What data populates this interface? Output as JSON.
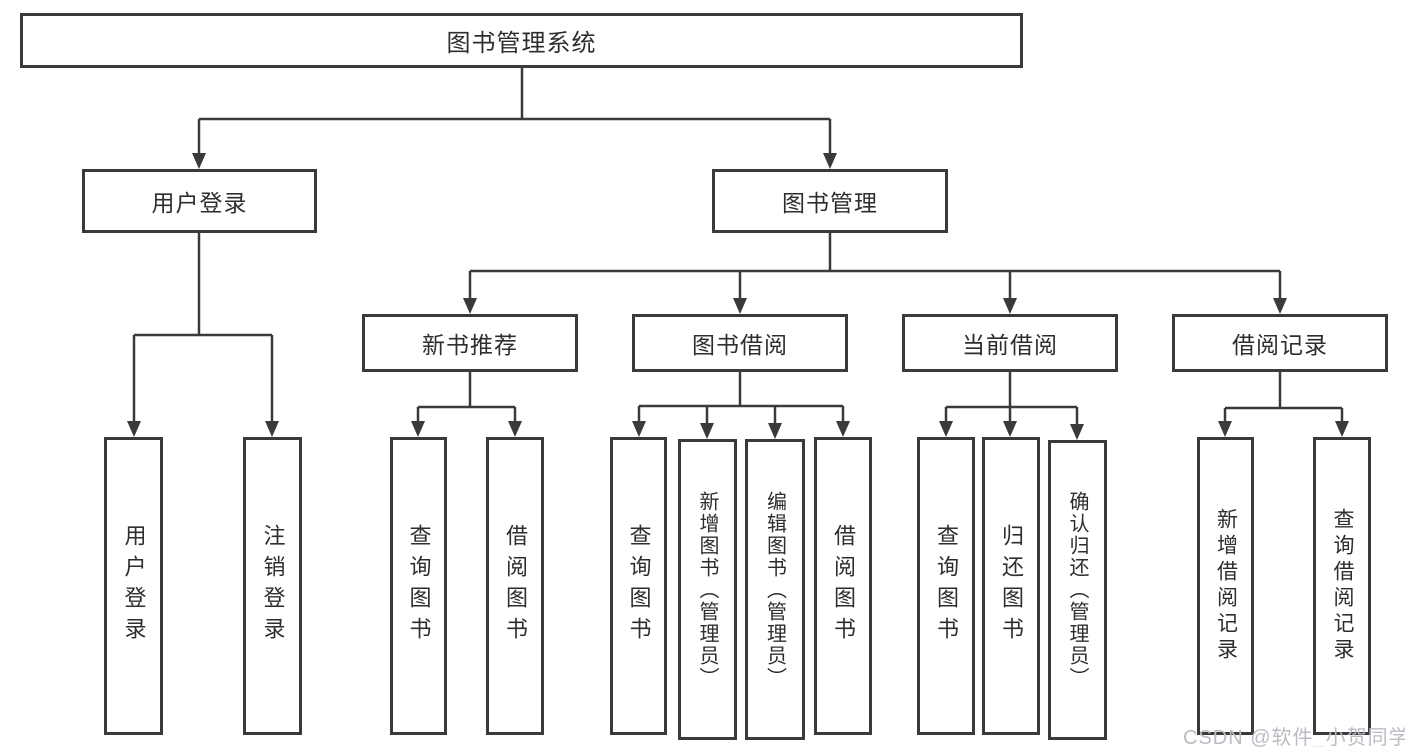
{
  "diagram": {
    "root": {
      "label": "图书管理系统"
    },
    "branches": [
      {
        "label": "用户登录",
        "children": [
          {
            "label": "用户登录"
          },
          {
            "label": "注销登录"
          }
        ]
      },
      {
        "label": "图书管理",
        "children": [
          {
            "label": "新书推荐",
            "children": [
              {
                "label": "查询图书"
              },
              {
                "label": "借阅图书"
              }
            ]
          },
          {
            "label": "图书借阅",
            "children": [
              {
                "label": "查询图书"
              },
              {
                "label": "新增图书（管理员）"
              },
              {
                "label": "编辑图书（管理员）"
              },
              {
                "label": "借阅图书"
              }
            ]
          },
          {
            "label": "当前借阅",
            "children": [
              {
                "label": "查询图书"
              },
              {
                "label": "归还图书"
              },
              {
                "label": "确认归还（管理员）"
              }
            ]
          },
          {
            "label": "借阅记录",
            "children": [
              {
                "label": "新增借阅记录"
              },
              {
                "label": "查询借阅记录"
              }
            ]
          }
        ]
      }
    ]
  },
  "style": {
    "line_color": "#3a3a3a",
    "box_background": "#ffffff",
    "text_color": "#2e2e2e",
    "watermark_color": "#b9bdc3"
  },
  "watermark": {
    "text": "CSDN @软件_小贺同学"
  }
}
